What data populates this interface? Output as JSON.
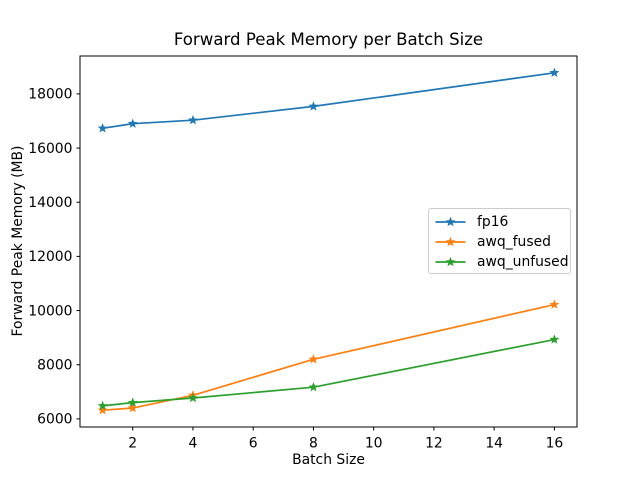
{
  "chart_data": {
    "type": "line",
    "title": "Forward Peak Memory per Batch Size",
    "xlabel": "Batch Size",
    "ylabel": "Forward Peak Memory (MB)",
    "x": [
      1,
      2,
      4,
      8,
      16
    ],
    "series": [
      {
        "name": "fp16",
        "color": "#1f77b4",
        "values": [
          16730,
          16900,
          17030,
          17540,
          18780
        ]
      },
      {
        "name": "awq_fused",
        "color": "#ff7f0e",
        "values": [
          6320,
          6400,
          6870,
          8200,
          10220
        ]
      },
      {
        "name": "awq_unfused",
        "color": "#2ca02c",
        "values": [
          6480,
          6600,
          6770,
          7170,
          8930
        ]
      }
    ],
    "marker": "star",
    "xticks": [
      2,
      4,
      6,
      8,
      10,
      12,
      14,
      16
    ],
    "yticks": [
      6000,
      8000,
      10000,
      12000,
      14000,
      16000,
      18000
    ],
    "xlim": [
      0.25,
      16.75
    ],
    "ylim": [
      5700,
      19400
    ],
    "grid": false,
    "legend_position": "center right",
    "background_color": "#ffffff",
    "axis_color": "#000000"
  }
}
